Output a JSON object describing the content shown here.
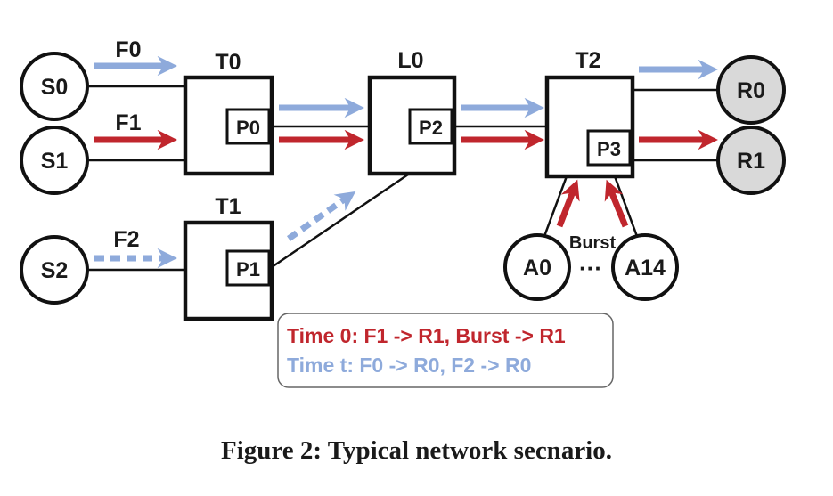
{
  "colors": {
    "red": "#c0262d",
    "blue": "#8eaadb",
    "node_gray": "#d9d9d9",
    "black": "#111111"
  },
  "nodes": {
    "S0": "S0",
    "S1": "S1",
    "S2": "S2",
    "R0": "R0",
    "R1": "R1",
    "A0": "A0",
    "A14": "A14",
    "ellipsis": "···"
  },
  "switches": {
    "T0": "T0",
    "T1": "T1",
    "L0": "L0",
    "T2": "T2"
  },
  "ports": {
    "P0": "P0",
    "P1": "P1",
    "P2": "P2",
    "P3": "P3"
  },
  "flows": {
    "F0": "F0",
    "F1": "F1",
    "F2": "F2",
    "burst": "Burst"
  },
  "legend": {
    "line1": "Time 0: F1 -> R1, Burst -> R1",
    "line2": "Time t: F0 -> R0, F2 -> R0"
  },
  "caption": "Figure 2: Typical network secnario."
}
